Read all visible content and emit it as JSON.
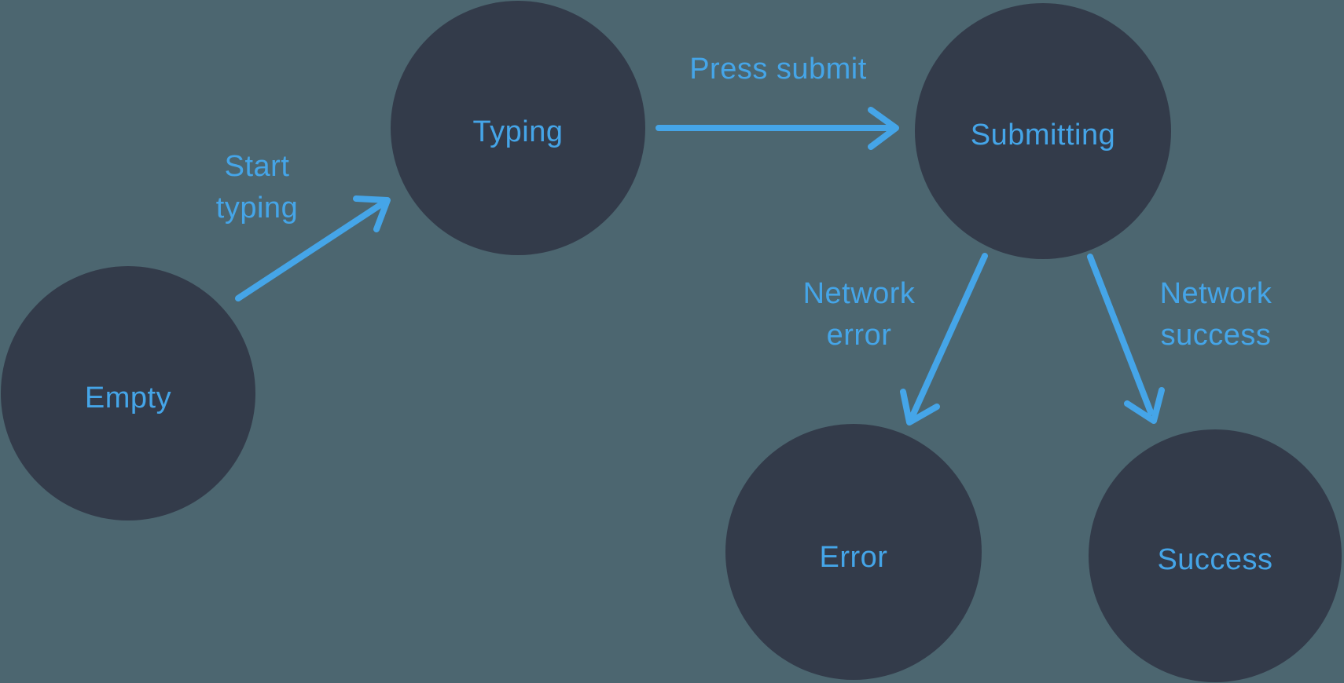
{
  "colors": {
    "background": "#4C6670",
    "node": "#333B4A",
    "accent": "#45A5E8"
  },
  "diagram": {
    "type": "state-machine",
    "states": [
      {
        "id": "empty",
        "label": "Empty"
      },
      {
        "id": "typing",
        "label": "Typing"
      },
      {
        "id": "submitting",
        "label": "Submitting"
      },
      {
        "id": "error",
        "label": "Error"
      },
      {
        "id": "success",
        "label": "Success"
      }
    ],
    "transitions": [
      {
        "from": "Empty",
        "to": "Typing",
        "label_lines": [
          "Start",
          "typing"
        ]
      },
      {
        "from": "Typing",
        "to": "Submitting",
        "label_lines": [
          "Press submit"
        ]
      },
      {
        "from": "Submitting",
        "to": "Error",
        "label_lines": [
          "Network",
          "error"
        ]
      },
      {
        "from": "Submitting",
        "to": "Success",
        "label_lines": [
          "Network",
          "success"
        ]
      }
    ]
  }
}
